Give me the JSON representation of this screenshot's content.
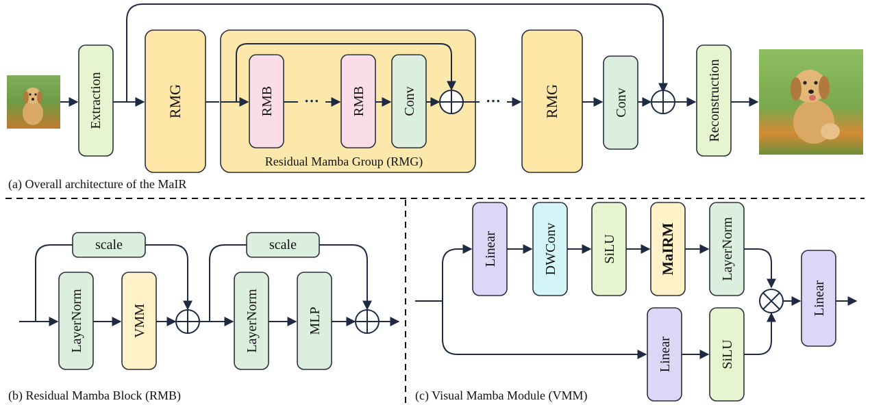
{
  "panel_a": {
    "caption": "(a) Overall architecture of the MaIR",
    "extraction": "Extraction",
    "rmg_1": "RMG",
    "rmb_1": "RMB",
    "rmb_2": "RMB",
    "conv_inner": "Conv",
    "group_label": "Residual Mamba Group (RMG)",
    "rmg_2": "RMG",
    "conv_outer": "Conv",
    "reconstruction": "Reconstruction",
    "input_image": "puppy-photo-small",
    "output_image": "puppy-photo-large"
  },
  "panel_b": {
    "caption": "(b) Residual Mamba Block (RMB)",
    "scale_1": "scale",
    "scale_2": "scale",
    "layernorm_1": "LayerNorm",
    "vmm": "VMM",
    "layernorm_2": "LayerNorm",
    "mlp": "MLP"
  },
  "panel_c": {
    "caption": "(c) Visual Mamba Module (VMM)",
    "linear_top": "Linear",
    "dwconv": "DWConv",
    "silu_top": "SiLU",
    "mairm": "MaIRM",
    "layernorm": "LayerNorm",
    "linear_bottom": "Linear",
    "silu_bottom": "SiLU",
    "linear_out": "Linear"
  },
  "colors": {
    "green": "#e6f5cf",
    "yellow": "#fde6a6",
    "group_bg": "#fbe8aa",
    "pink": "#fbdde9",
    "mint": "#dcefdf",
    "lavender": "#dcd7f7",
    "cyan": "#d4f5f7",
    "cream": "#fff1c8",
    "wire": "#1e2a44"
  }
}
